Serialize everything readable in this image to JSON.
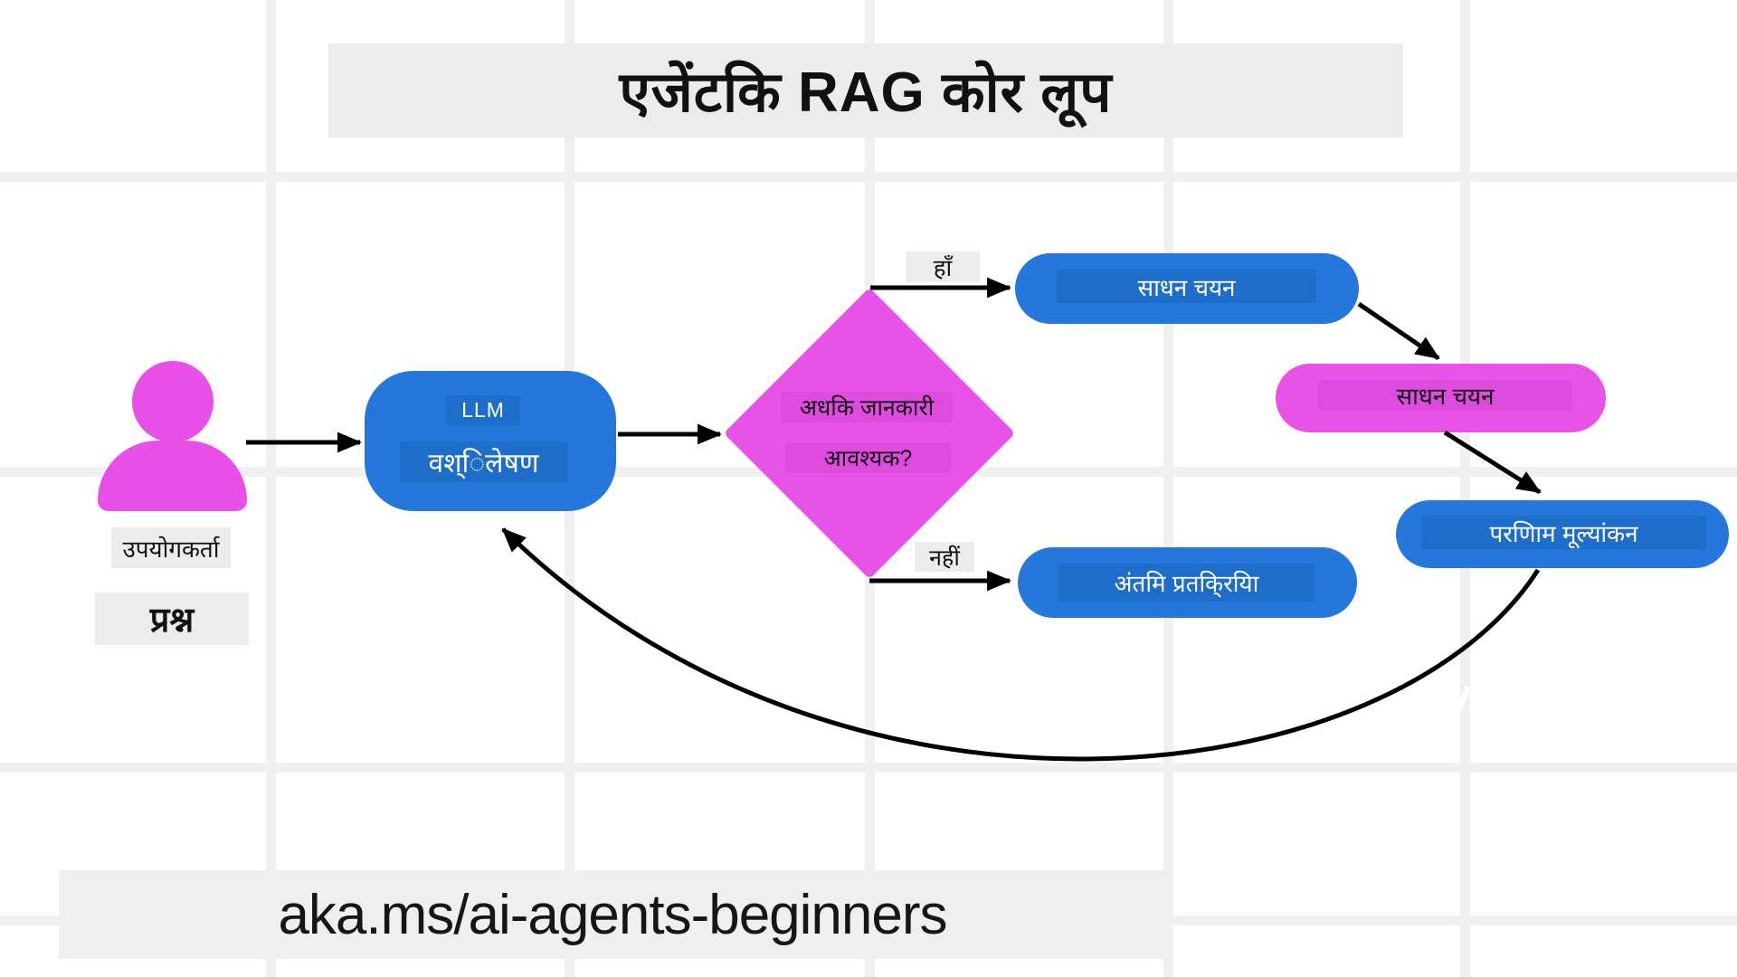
{
  "title": "एजेंटकि RAG कोर लूप",
  "caption": "aka.ms/ai-agents-beginners",
  "actor": {
    "label": "उपयोगकर्ता",
    "sublabel": "प्रश्न"
  },
  "nodes": {
    "llm": {
      "tag": "LLM",
      "label": "वश्िलेषण"
    },
    "decision": {
      "line1": "अधकि जानकारी",
      "line2": "आवश्यक?"
    },
    "tool_select_blue": {
      "label": "साधन चयन"
    },
    "tool_select_magenta": {
      "label": "साधन चयन"
    },
    "result_eval": {
      "label": "परणिाम मूल्यांकन"
    },
    "final_response": {
      "label": "अंतमि प्रतकि्रयिा"
    }
  },
  "edges": {
    "yes_label": "हाँ",
    "no_label": "नहीं"
  },
  "colors": {
    "node_blue": "#2577db",
    "node_blue_inner": "#1e6dcb",
    "node_magenta": "#e653e6",
    "node_magenta_inner": "#dd4cdd",
    "person_magenta": "#e74fe7",
    "band_gray": "#ececec",
    "grid_gray": "#f0f0f0",
    "arrow_black": "#000000"
  }
}
